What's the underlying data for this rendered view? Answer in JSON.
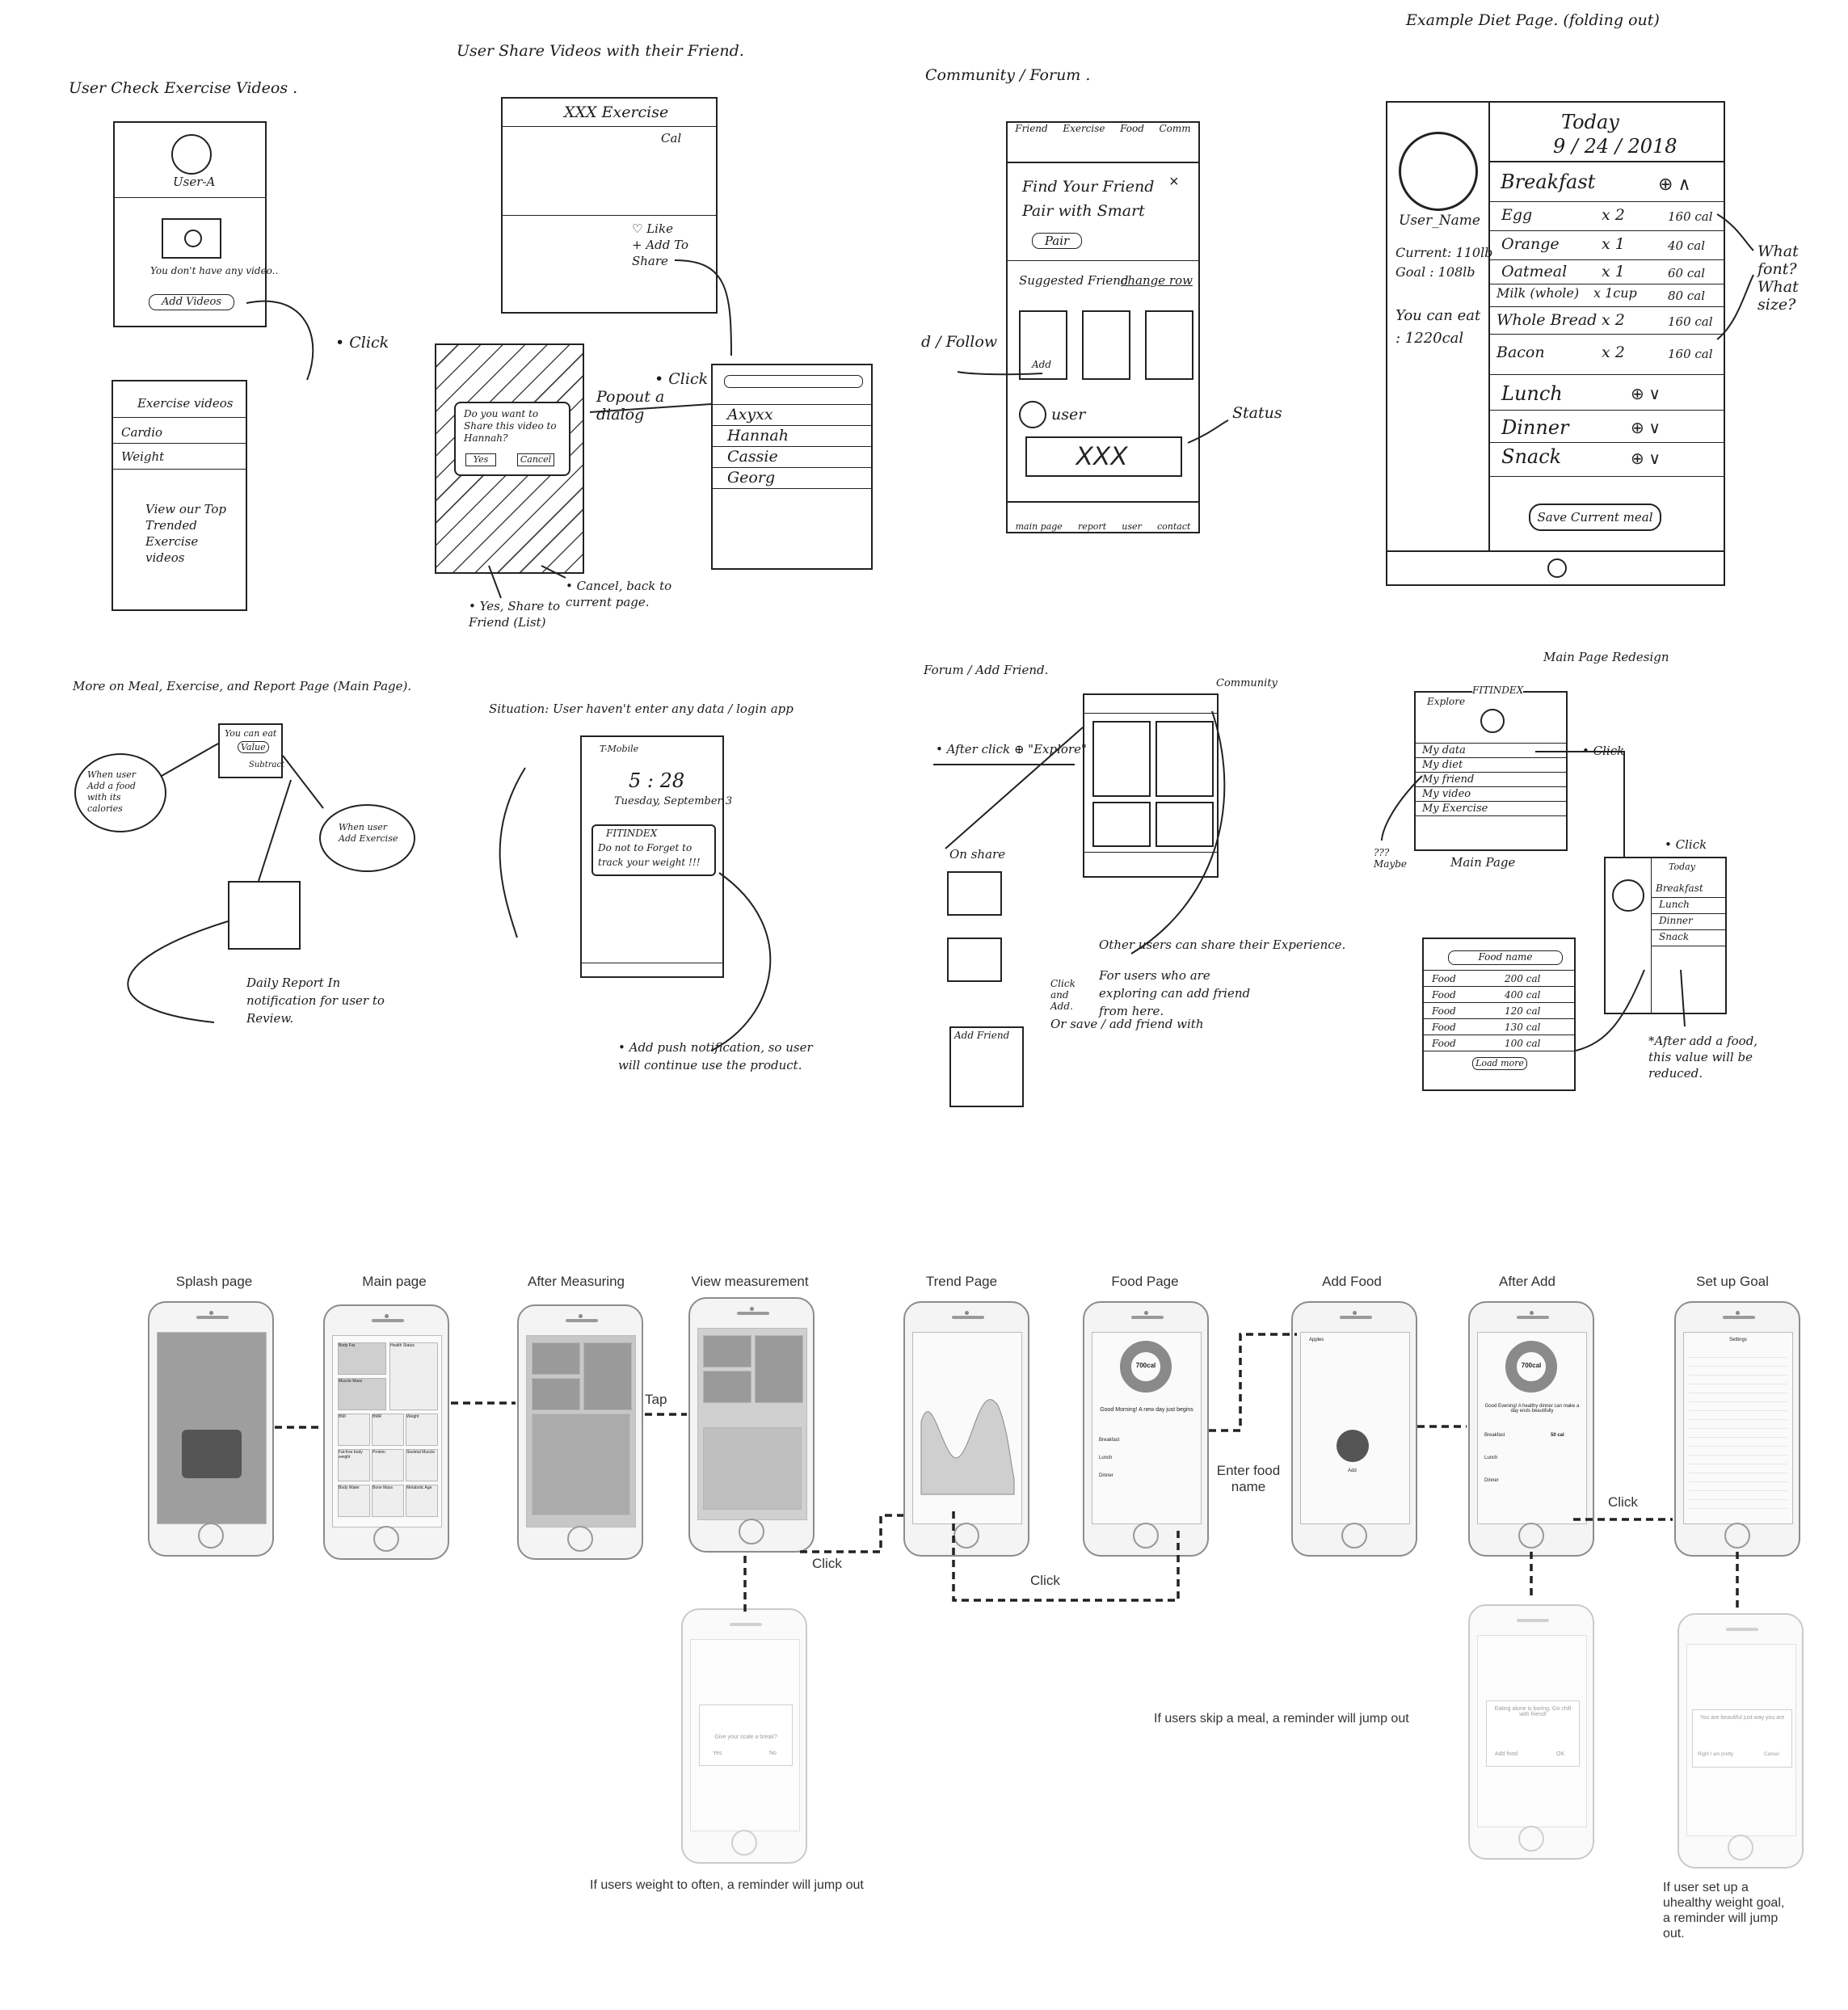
{
  "sketches": {
    "s1_title": "User Check Exercise Videos .",
    "s1_user": "User-A",
    "s1_no_videos": "You don't have any video..",
    "s1_add_videos": "Add Videos",
    "s1_click": "• Click",
    "s1_list_title": "Exercise videos",
    "s1_item1": "Cardio",
    "s1_item2": "Weight",
    "s1_view": "View our Top Trended Exercise videos",
    "s2_title": "User Share Videos with their Friend.",
    "s2_header": "XXX Exercise",
    "s2_cal": "Cal",
    "s2_like": "♡ Like",
    "s2_addto": "+ Add To",
    "s2_share": "Share",
    "s2_click": "• Click",
    "s2_dialog": "Do you want to Share this video to Hannah?",
    "s2_yes": "Yes",
    "s2_cancel": "Cancel",
    "s2_popout": "Popout a dialog",
    "s2_friends": [
      "Axyxx",
      "Hannah",
      "Cassie",
      "Georg"
    ],
    "s2_note_yes": "• Yes, Share to Friend (List)",
    "s2_note_cancel": "• Cancel, back to current page.",
    "s3_title": "Community / Forum .",
    "s3_tabs": [
      "Friend",
      "Exercise",
      "Food",
      "Comm"
    ],
    "s3_find": "Find Your Friend Pair with Smart",
    "s3_pair": "Pair",
    "s3_suggested": "Suggested Friend",
    "s3_change": "change row",
    "s3_add": "Add",
    "s3_follow": "d / Follow",
    "s3_user": "user",
    "s3_status": "Status",
    "s3_bottom": [
      "main page",
      "report",
      "user",
      "contact"
    ],
    "s4_title": "Example Diet Page. (folding out)",
    "s4_today": "Today",
    "s4_date": "9 / 24 / 2018",
    "s4_username": "User_Name",
    "s4_current": "Current: 110lb",
    "s4_goal": "Goal : 108lb",
    "s4_youcan": "You can eat : 1220cal",
    "s4_breakfast": "Breakfast",
    "s4_foods": [
      {
        "name": "Egg",
        "qty": "x 2",
        "cal": "160 cal"
      },
      {
        "name": "Orange",
        "qty": "x 1",
        "cal": "40 cal"
      },
      {
        "name": "Oatmeal",
        "qty": "x 1",
        "cal": "60 cal"
      },
      {
        "name": "Milk (whole)",
        "qty": "x 1cup",
        "cal": "80 cal"
      },
      {
        "name": "Whole Bread",
        "qty": "x 2",
        "cal": "160 cal"
      },
      {
        "name": "Bacon",
        "qty": "x 2",
        "cal": "160 cal"
      }
    ],
    "s4_lunch": "Lunch",
    "s4_dinner": "Dinner",
    "s4_snack": "Snack",
    "s4_save": "Save Current meal",
    "s4_font": "What font? What size?",
    "s5_title": "More on Meal, Exercise, and Report Page (Main Page).",
    "s5_youcan": "You can eat",
    "s5_value": "Value",
    "s5_subtract": "Subtract",
    "s5_addfood": "When user Add a food with its calories",
    "s5_addex": "When user Add Exercise",
    "s5_report": "Daily Report In notification for user to Review.",
    "s6_title": "Situation: User haven't enter any data / login app",
    "s6_carrier": "T-Mobile",
    "s6_time": "5 : 28",
    "s6_date": "Tuesday, September 3",
    "s6_app": "FITINDEX",
    "s6_msg": "Do not to Forget to track your weight !!!",
    "s6_note": "• Add push notification, so user will continue use the product.",
    "s7_title": "Forum / Add Friend.",
    "s7_click": "• After click ⊕ \"Explore\"",
    "s7_community": "Community",
    "s7_onshare": "On share",
    "s7_clickadd": "Click and Add.",
    "s7_addfriend": "Add Friend",
    "s7_note1": "Other users can share their Experience.",
    "s7_note2": "For users who are exploring can add friend from here.",
    "s7_note3": "Or save / add friend with",
    "s8_title": "Main Page Redesign",
    "s8_app": "FITINDEX",
    "s8_explore": "Explore",
    "s8_menu": [
      "My data",
      "My diet",
      "My friend",
      "My video",
      "My Exercise"
    ],
    "s8_click1": "• Click",
    "s8_click2": "• Click",
    "s8_maybe": "??? Maybe",
    "s8_mainpage": "Main Page",
    "s8_today": "Today",
    "s8_meals": [
      "Breakfast",
      "Lunch",
      "Dinner",
      "Snack"
    ],
    "s8_search": "Food name",
    "s8_foods": [
      {
        "name": "Food",
        "cal": "200 cal"
      },
      {
        "name": "Food",
        "cal": "400 cal"
      },
      {
        "name": "Food",
        "cal": "120 cal"
      },
      {
        "name": "Food",
        "cal": "130 cal"
      },
      {
        "name": "Food",
        "cal": "100 cal"
      }
    ],
    "s8_loadmore": "Load more",
    "s8_note": "*After add a food, this value will be reduced."
  },
  "wireframes": {
    "labels": [
      "Splash page",
      "Main page",
      "After Measuring",
      "View measurement",
      "Trend Page",
      "Food Page",
      "Add Food",
      "After Add",
      "Set up Goal"
    ],
    "tap": "Tap",
    "click1": "Click",
    "click2": "Click",
    "click3": "Click",
    "enter_food": "Enter food name",
    "tiles_main": [
      "Body Fat",
      "Health Status",
      "Muscle Mass",
      "BMI",
      "BMR",
      "Weight",
      "Fat-free body weight",
      "Protein",
      "Skeletal Muscle",
      "Body Water",
      "Bone Mass",
      "Metabolic Age"
    ],
    "food_greeting": "Good Morning! A new day just begins",
    "food_meals": [
      "Breakfast",
      "Lunch",
      "Dinner"
    ],
    "food_cal": "700cal",
    "addfood_item": "Apples",
    "addfood_btn": "Add",
    "afteradd_greeting": "Good Evening! A healthy dinner can make a day ends beautifully",
    "afteradd_meals": [
      "Breakfast",
      "Lunch",
      "Dinner"
    ],
    "afteradd_cal": "50 cal",
    "settings_title": "Settings",
    "popup_scale": "Give your scale a break?",
    "popup_yes": "Yes",
    "popup_no": "No",
    "popup_meal": "Eating alone is boring, Go chill with friend!",
    "popup_addfood": "Add food",
    "popup_ok": "OK",
    "popup_goal": "You are beautiful just way you are",
    "popup_right": "Right I am pretty",
    "popup_cancel": "Cancel",
    "note_weight": "If users weight to often, a reminder will jump out",
    "note_meal": "If users skip a meal, a reminder will jump out",
    "note_goal": "If user set up a uhealthy weight goal, a reminder will jump out."
  }
}
